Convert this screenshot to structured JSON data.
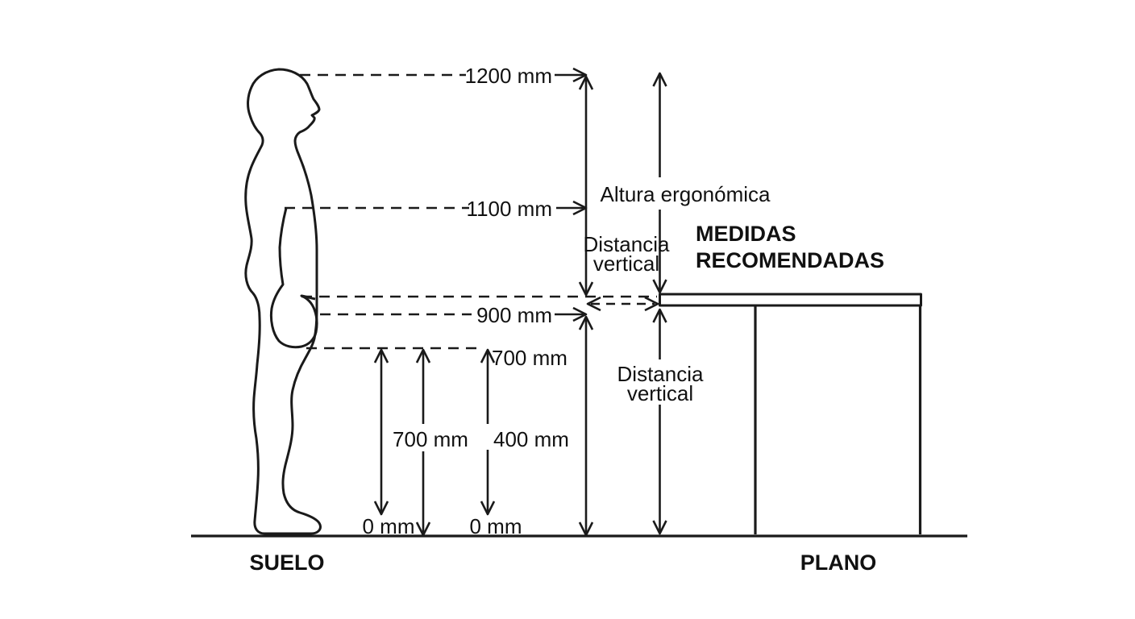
{
  "diagram": {
    "title_line1": "MEDIDAS",
    "title_line2": "RECOMENDADAS",
    "floor_label": "SUELO",
    "surface_label": "PLANO",
    "annotations": {
      "ergonomic_height": "Altura ergonómica",
      "vertical_distance_upper_line1": "Distancia",
      "vertical_distance_upper_line2": "vertical",
      "vertical_distance_lower_line1": "Distancia",
      "vertical_distance_lower_line2": "vertical"
    },
    "measurements": {
      "level_1200": "1200 mm",
      "level_1100": "1100 mm",
      "level_900": "900 mm",
      "level_700": "700 mm",
      "dim_700": "700 mm",
      "dim_400": "400 mm",
      "zero_left": "0 mm",
      "zero_right": "0 mm"
    },
    "colors": {
      "ink": "#1a1a1a",
      "background": "#ffffff"
    }
  }
}
